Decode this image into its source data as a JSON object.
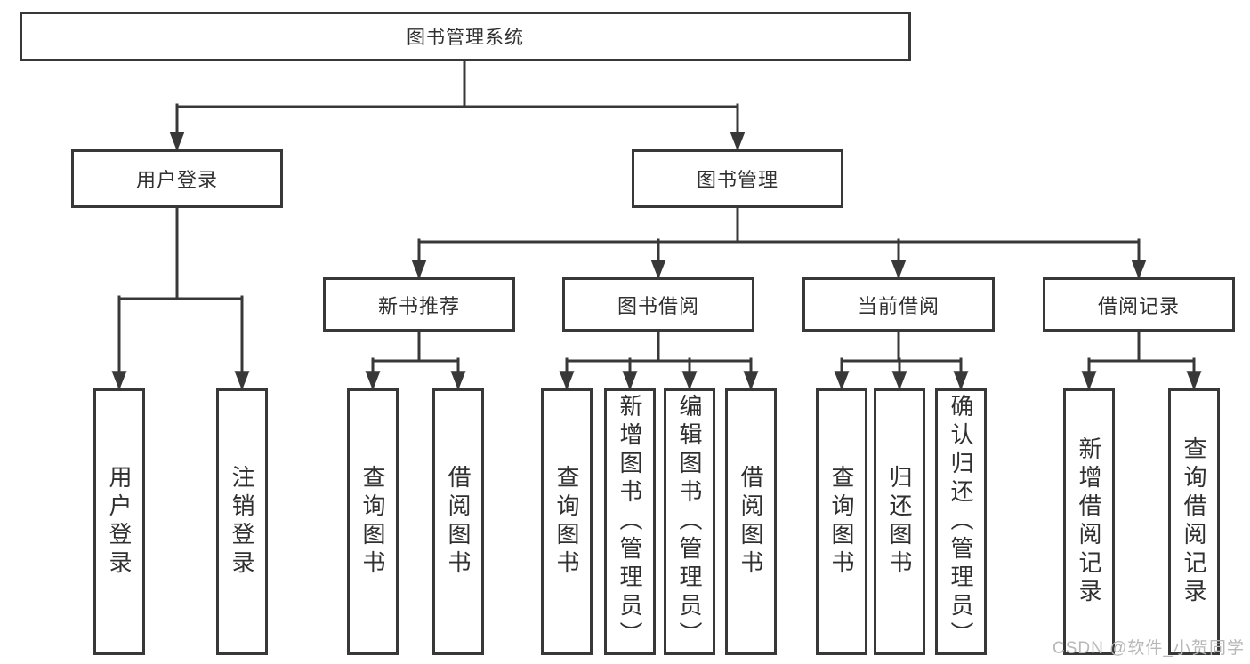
{
  "root": {
    "label": "图书管理系统"
  },
  "level2": [
    {
      "label": "用户登录"
    },
    {
      "label": "图书管理"
    }
  ],
  "level3": [
    {
      "label": "新书推荐"
    },
    {
      "label": "图书借阅"
    },
    {
      "label": "当前借阅"
    },
    {
      "label": "借阅记录"
    }
  ],
  "leaves": [
    {
      "label": "用户登录"
    },
    {
      "label": "注销登录"
    },
    {
      "label": "查询图书"
    },
    {
      "label": "借阅图书"
    },
    {
      "label": "查询图书"
    },
    {
      "label": "新增图书（管理员）"
    },
    {
      "label": "编辑图书（管理员）"
    },
    {
      "label": "借阅图书"
    },
    {
      "label": "查询图书"
    },
    {
      "label": "归还图书"
    },
    {
      "label": "确认归还（管理员）"
    },
    {
      "label": "新增借阅记录"
    },
    {
      "label": "查询借阅记录"
    }
  ],
  "watermark": "CSDN @软件_小贺同学",
  "colors": {
    "line": "#383838",
    "text": "#303030",
    "watermark": "#b8b8b8",
    "background": "#ffffff"
  }
}
